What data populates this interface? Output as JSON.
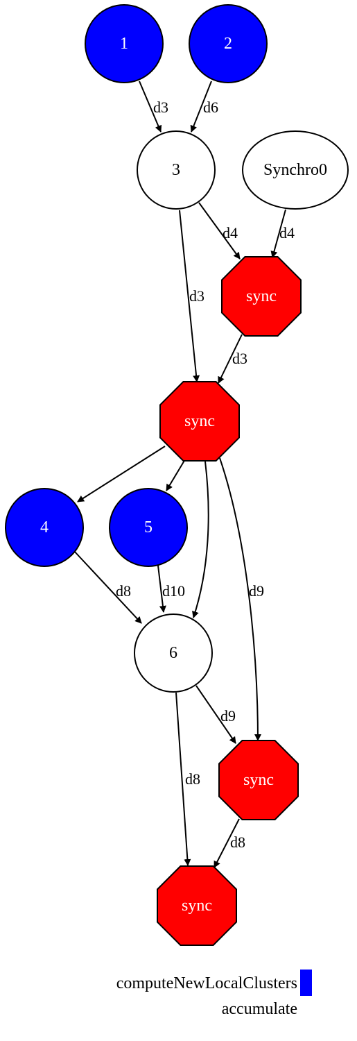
{
  "colors": {
    "blue": "#0000ff",
    "red": "#ff0000",
    "white": "#ffffff",
    "stroke": "#000000"
  },
  "nodes": {
    "n1": {
      "label": "1",
      "shape": "circle",
      "fill": "blue"
    },
    "n2": {
      "label": "2",
      "shape": "circle",
      "fill": "blue"
    },
    "n3": {
      "label": "3",
      "shape": "circle",
      "fill": "white"
    },
    "synchro0": {
      "label": "Synchro0",
      "shape": "ellipse",
      "fill": "white"
    },
    "sync_a": {
      "label": "sync",
      "shape": "octagon",
      "fill": "red"
    },
    "sync_b": {
      "label": "sync",
      "shape": "octagon",
      "fill": "red"
    },
    "n4": {
      "label": "4",
      "shape": "circle",
      "fill": "blue"
    },
    "n5": {
      "label": "5",
      "shape": "circle",
      "fill": "blue"
    },
    "n6": {
      "label": "6",
      "shape": "circle",
      "fill": "white"
    },
    "sync_c": {
      "label": "sync",
      "shape": "octagon",
      "fill": "red"
    },
    "sync_d": {
      "label": "sync",
      "shape": "octagon",
      "fill": "red"
    }
  },
  "edges": {
    "e1_3": {
      "from": "1",
      "to": "3",
      "label": "d3"
    },
    "e2_3": {
      "from": "2",
      "to": "3",
      "label": "d6"
    },
    "e3_synca": {
      "from": "3",
      "to": "sync",
      "label": "d4"
    },
    "esynchro_synca": {
      "from": "Synchro0",
      "to": "sync",
      "label": "d4"
    },
    "e3_syncb": {
      "from": "3",
      "to": "sync",
      "label": "d3"
    },
    "esynca_syncb": {
      "from": "sync",
      "to": "sync",
      "label": "d3"
    },
    "esyncb_4": {
      "from": "sync",
      "to": "4",
      "label": ""
    },
    "esyncb_5": {
      "from": "sync",
      "to": "5",
      "label": ""
    },
    "esyncb_6": {
      "from": "sync",
      "to": "6",
      "label": ""
    },
    "esyncb_syncc": {
      "from": "sync",
      "to": "sync",
      "label": "d9"
    },
    "e4_6": {
      "from": "4",
      "to": "6",
      "label": "d8"
    },
    "e5_6": {
      "from": "5",
      "to": "6",
      "label": "d10"
    },
    "e6_syncc": {
      "from": "6",
      "to": "sync",
      "label": "d9"
    },
    "e6_syncd": {
      "from": "6",
      "to": "sync",
      "label": "d8"
    },
    "esyncc_syncd": {
      "from": "sync",
      "to": "sync",
      "label": "d8"
    }
  },
  "legend": {
    "items": [
      {
        "label": "computeNewLocalClusters",
        "color": "blue"
      },
      {
        "label": "accumulate",
        "color": ""
      }
    ]
  }
}
